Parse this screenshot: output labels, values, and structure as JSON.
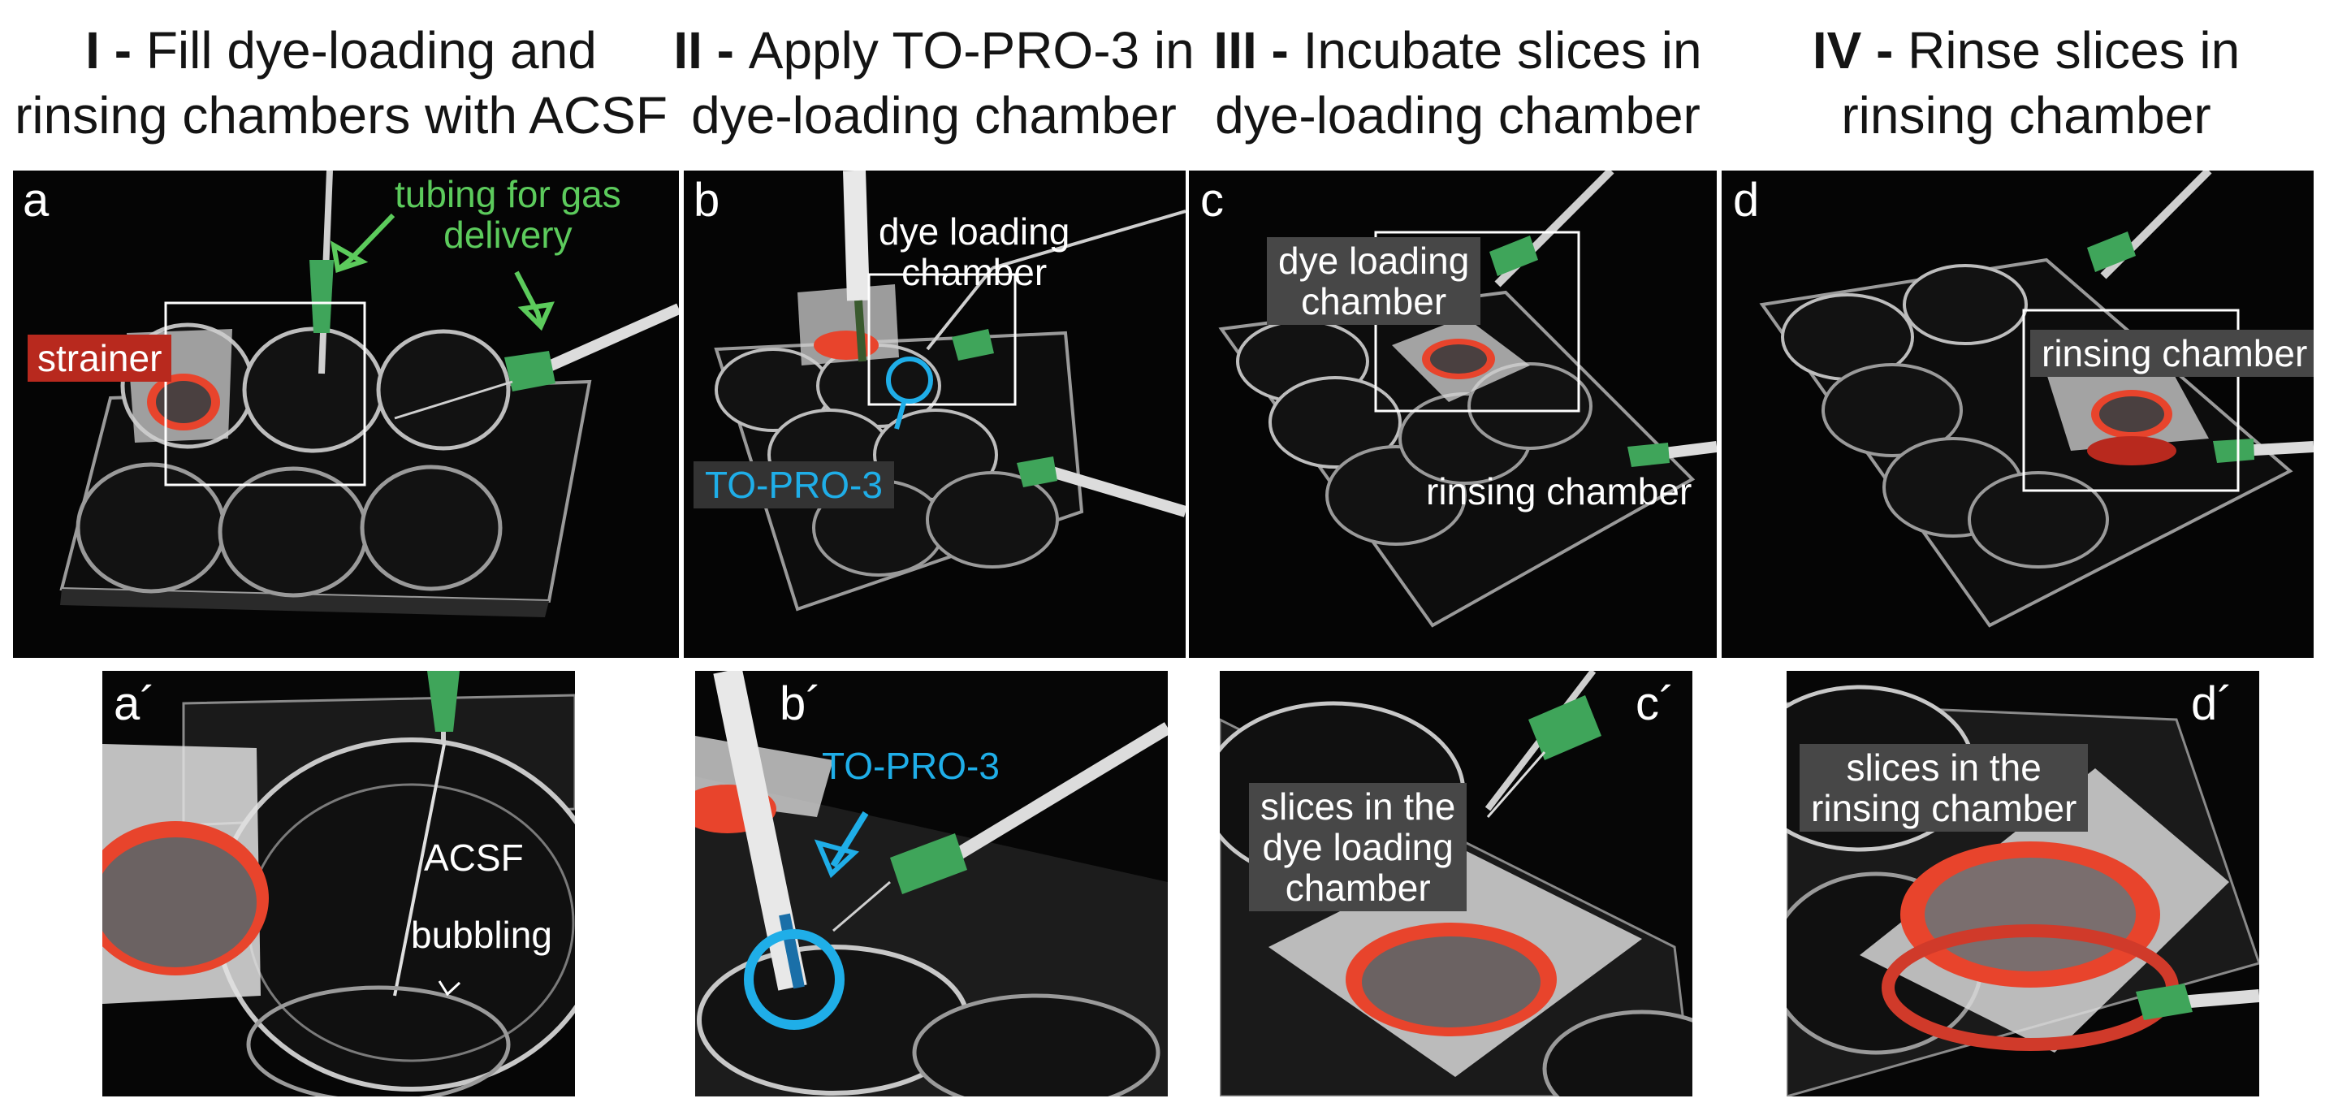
{
  "columns": [
    {
      "numeral": "I",
      "sep": " - ",
      "line1": "Fill dye-loading and",
      "line2": "rinsing chambers with ACSF"
    },
    {
      "numeral": "II",
      "sep": " - ",
      "line1": "Apply TO-PRO-3 in",
      "line2": "dye-loading chamber"
    },
    {
      "numeral": "III",
      "sep": " - ",
      "line1": "Incubate slices in",
      "line2": "dye-loading chamber"
    },
    {
      "numeral": "IV",
      "sep": " - ",
      "line1": "Rinse slices in",
      "line2": "rinsing chamber"
    }
  ],
  "panels": {
    "a": {
      "label": "a",
      "strainer": "strainer",
      "tubing_line1": "tubing for gas",
      "tubing_line2": "delivery"
    },
    "b": {
      "label": "b",
      "dye_line1": "dye loading",
      "dye_line2": "chamber",
      "topro": "TO-PRO-3"
    },
    "c": {
      "label": "c",
      "dye_line1": "dye loading",
      "dye_line2": "chamber",
      "rinsing": "rinsing chamber"
    },
    "d": {
      "label": "d",
      "rinsing": "rinsing chamber"
    },
    "a2": {
      "label": "a´",
      "acsf": "ACSF",
      "bubbling": "bubbling"
    },
    "b2": {
      "label": "b´",
      "topro": "TO-PRO-3"
    },
    "c2": {
      "label": "c´",
      "line1": "slices in the",
      "line2": "dye loading",
      "line3": "chamber"
    },
    "d2": {
      "label": "d´",
      "line1": "slices in the",
      "line2": "rinsing chamber"
    }
  },
  "colors": {
    "annotation_green": "#5ccb5c",
    "annotation_blue": "#1faee8",
    "strainer_red": "#b8291e",
    "mesh_red": "#e8442c",
    "needle_green": "#3fa55a"
  }
}
